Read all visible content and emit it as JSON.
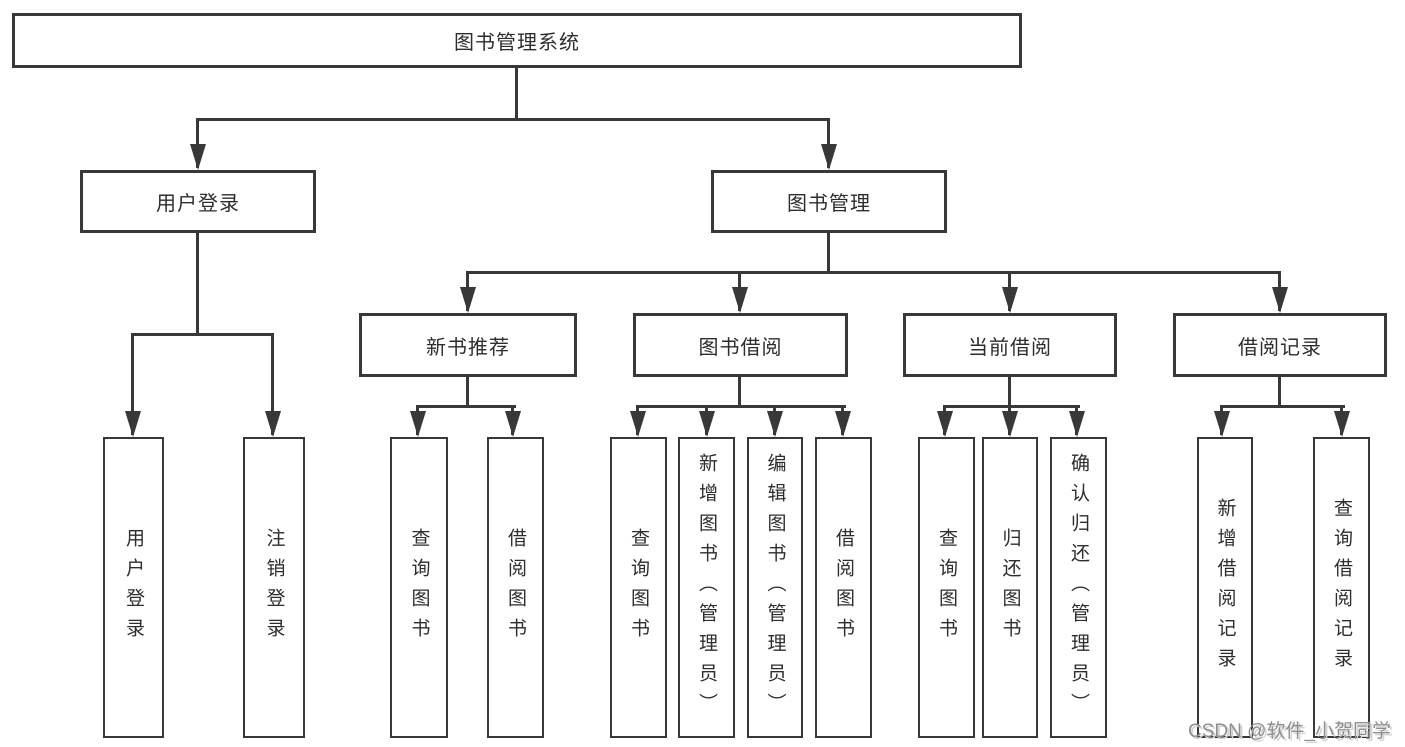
{
  "diagram": {
    "title": "图书管理系统",
    "level2": [
      "用户登录",
      "图书管理"
    ],
    "level3": [
      "新书推荐",
      "图书借阅",
      "当前借阅",
      "借阅记录"
    ],
    "leaves": {
      "user_login": [
        "用户登录",
        "注销登录"
      ],
      "new_book_recommend": [
        "查询图书",
        "借阅图书"
      ],
      "book_borrow": [
        "查询图书",
        "新增图书（管理员）",
        "编辑图书（管理员）",
        "借阅图书"
      ],
      "current_borrow": [
        "查询图书",
        "归还图书",
        "确认归还（管理员）"
      ],
      "borrow_record": [
        "新增借阅记录",
        "查询借阅记录"
      ]
    },
    "watermark": "CSDN @软件_小贺同学",
    "colors": {
      "line": "#383838",
      "text": "#2d2d2d",
      "background": "#ffffff",
      "watermark": "#8f8f8f"
    }
  }
}
